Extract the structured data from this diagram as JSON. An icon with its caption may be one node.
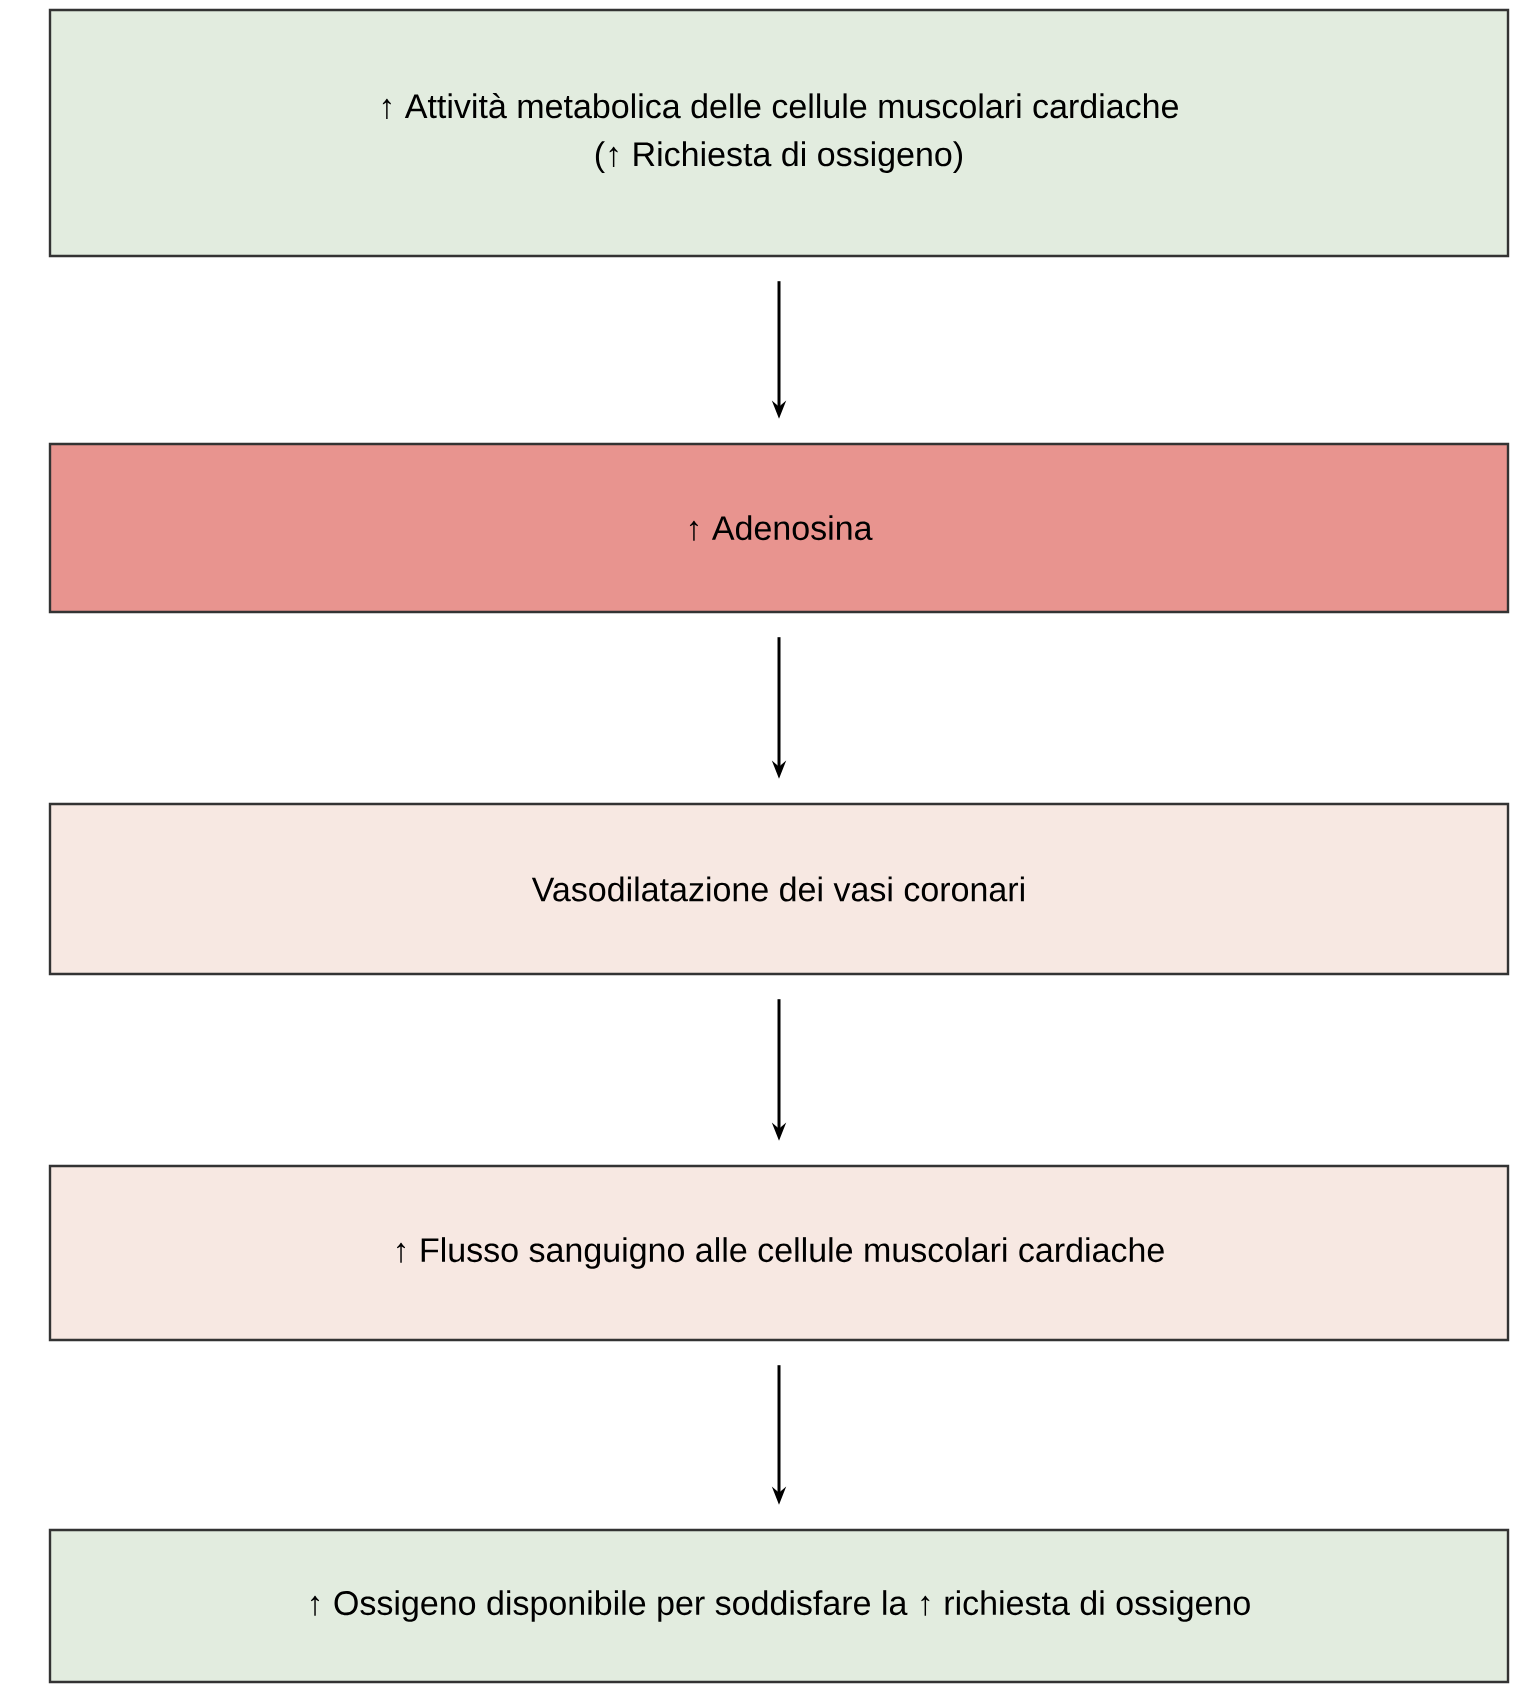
{
  "diagram": {
    "nodes": [
      {
        "text": [
          "↑ Attività metabolica delle cellule muscolari cardiache",
          "(↑ Richiesta di ossigeno)"
        ]
      },
      {
        "text": [
          "↑ Adenosina"
        ]
      },
      {
        "text": [
          "Vasodilatazione dei vasi coronari"
        ]
      },
      {
        "text": [
          "↑ Flusso sanguigno alle cellule muscolari cardiache"
        ]
      },
      {
        "text": [
          "↑ Ossigeno disponibile per soddisfare la ↑ richiesta di ossigeno"
        ]
      }
    ],
    "edges": [
      {
        "from": 0,
        "to": 1,
        "arrow": "to"
      },
      {
        "from": 1,
        "to": 2,
        "arrow": "to"
      },
      {
        "from": 2,
        "to": 3,
        "arrow": "to"
      },
      {
        "from": 3,
        "to": 4,
        "arrow": "to"
      }
    ]
  }
}
